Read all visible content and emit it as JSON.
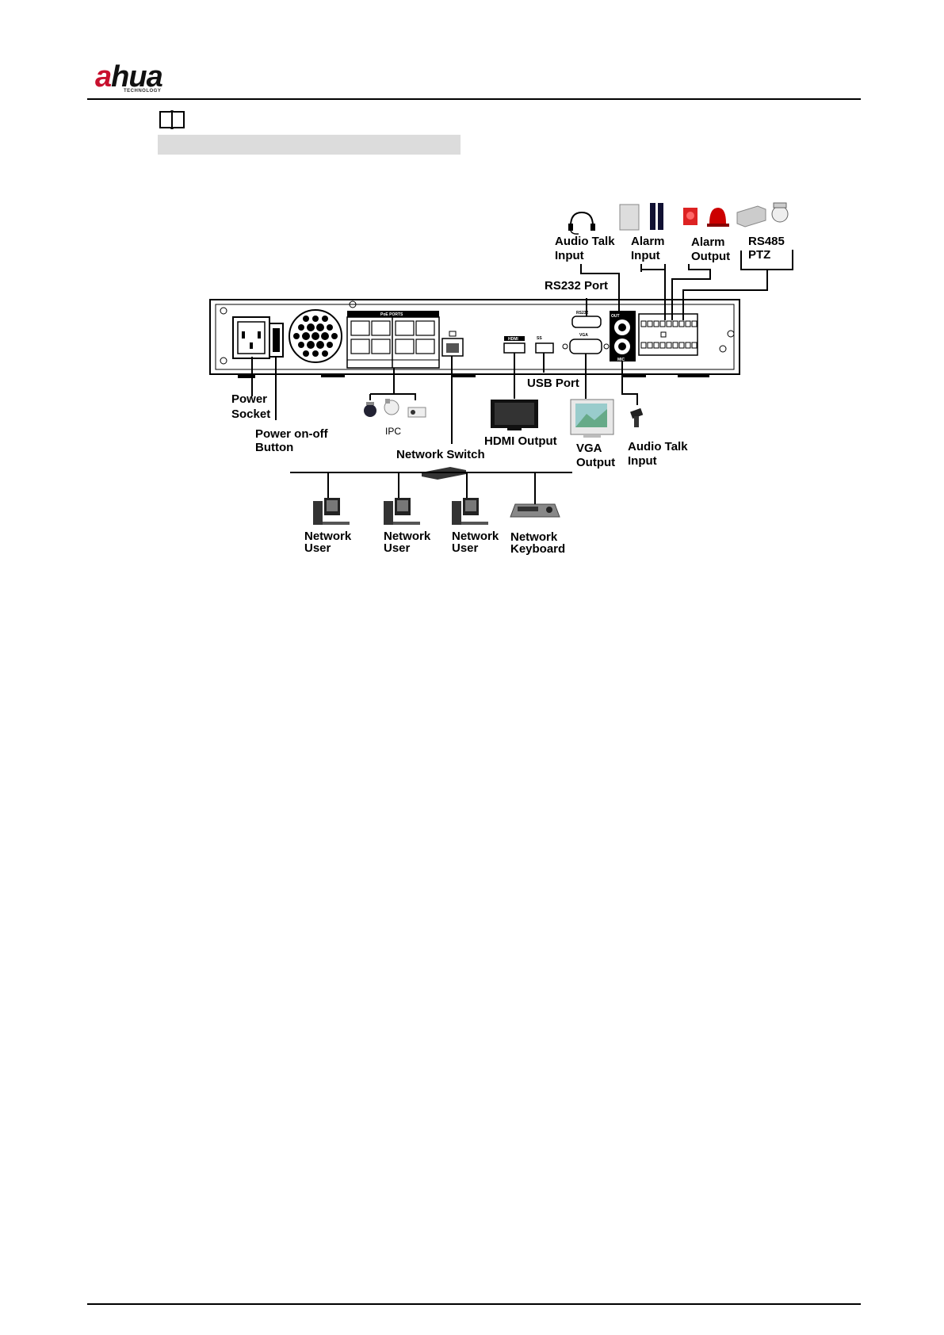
{
  "header": {
    "logo_text_a": "a",
    "logo_text_rest": "hua",
    "logo_subtext": "TECHNOLOGY"
  },
  "note": {
    "icon": "book-icon"
  },
  "diagram": {
    "labels": {
      "audio_talk_input_top": [
        "Audio Talk",
        "Input"
      ],
      "alarm_input": [
        "Alarm",
        "Input"
      ],
      "alarm_output": [
        "Alarm",
        "Output"
      ],
      "rs485_ptz": [
        "RS485",
        "PTZ"
      ],
      "rs232_port": "RS232 Port",
      "power_socket": [
        "Power",
        "Socket"
      ],
      "power_button": [
        "Power on-off",
        "Button"
      ],
      "ipc": "IPC",
      "network_switch": "Network Switch",
      "hdmi_output": "HDMI Output",
      "usb_port": "USB Port",
      "vga_output": [
        "VGA",
        "Output"
      ],
      "audio_talk_input_bottom": [
        "Audio Talk",
        "Input"
      ],
      "network_user_1": [
        "Network",
        "User"
      ],
      "network_user_2": [
        "Network",
        "User"
      ],
      "network_user_3": [
        "Network",
        "User"
      ],
      "network_keyboard": [
        "Network",
        "Keyboard"
      ]
    },
    "panel_text": {
      "poe_ports": "PoE PORTS",
      "hdmi": "HDMI",
      "usb": "SS",
      "vga": "VGA",
      "rs232": "RS232",
      "mic": "MIC",
      "out": "OUT"
    }
  }
}
